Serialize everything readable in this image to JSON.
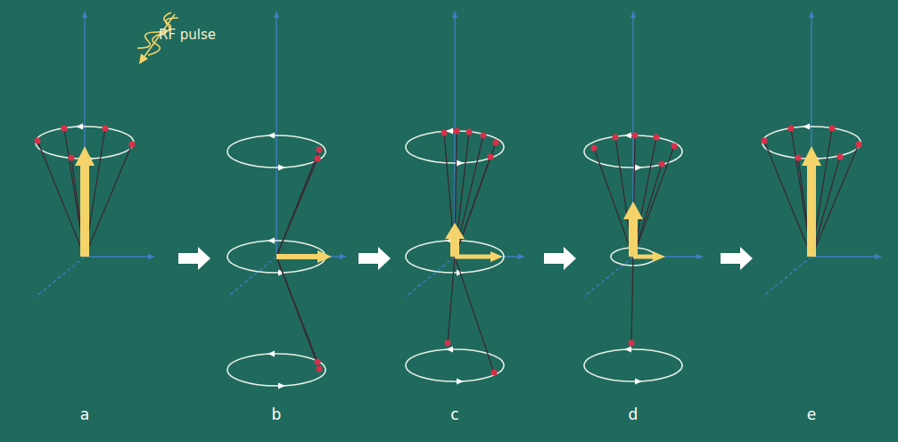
{
  "diagram": {
    "labels": [
      "RF pulse",
      "a",
      "b",
      "c",
      "d",
      "e"
    ]
  }
}
